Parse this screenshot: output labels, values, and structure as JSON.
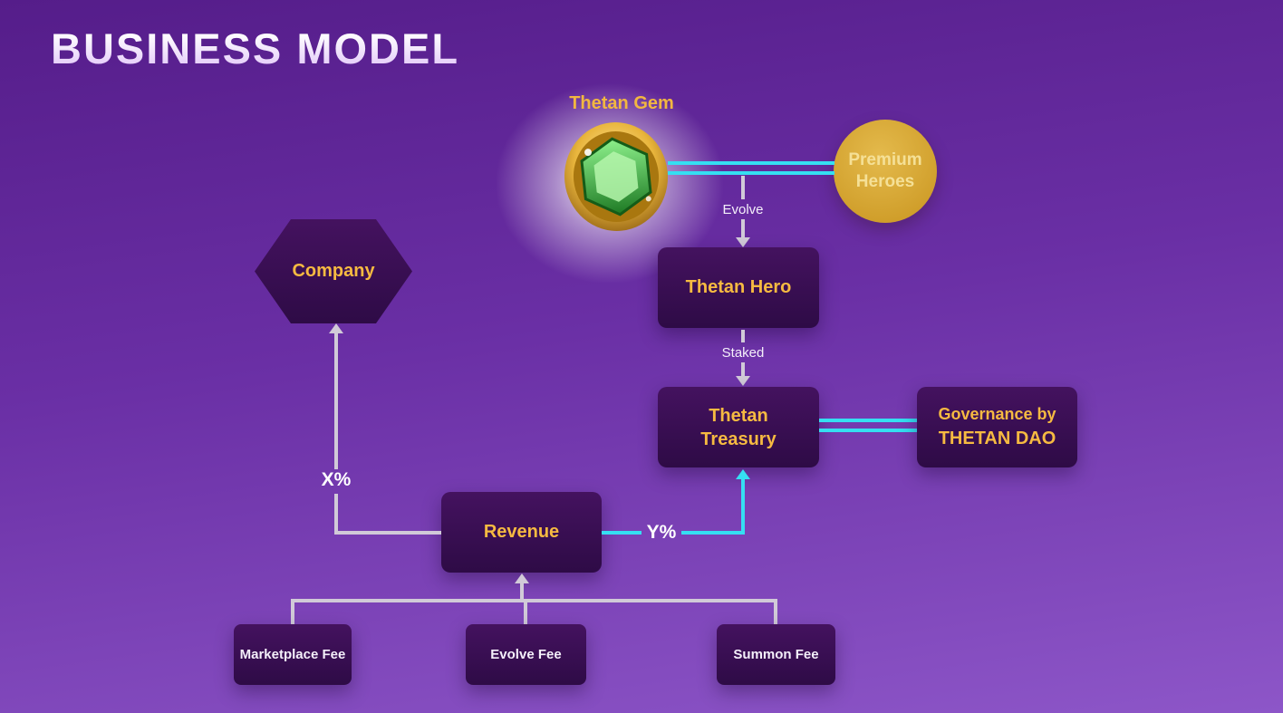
{
  "page": {
    "title": "BUSINESS MODEL"
  },
  "diagram": {
    "thetan_gem_label": "Thetan Gem",
    "premium_heroes": {
      "line1": "Premium",
      "line2": "Heroes"
    },
    "nodes": {
      "company": "Company",
      "thetan_hero": "Thetan Hero",
      "thetan_treasury": {
        "line1": "Thetan",
        "line2": "Treasury"
      },
      "governance": {
        "line1": "Governance by",
        "line2": "THETAN DAO"
      },
      "revenue": "Revenue",
      "marketplace_fee": "Marketplace Fee",
      "evolve_fee": "Evolve Fee",
      "summon_fee": "Summon Fee"
    },
    "edges": {
      "evolve": "Evolve",
      "staked": "Staked",
      "x_percent": "X%",
      "y_percent": "Y%"
    },
    "colors": {
      "background_top": "#551d8a",
      "background_bottom": "#8d56c8",
      "node_fill_top": "#44125f",
      "node_fill_bottom": "#2e0b46",
      "gold_text": "#f6ba41",
      "cyan_line": "#35dff2",
      "gray_line": "#d1cad8",
      "premium_circle_fill": "#d4a12f"
    }
  }
}
